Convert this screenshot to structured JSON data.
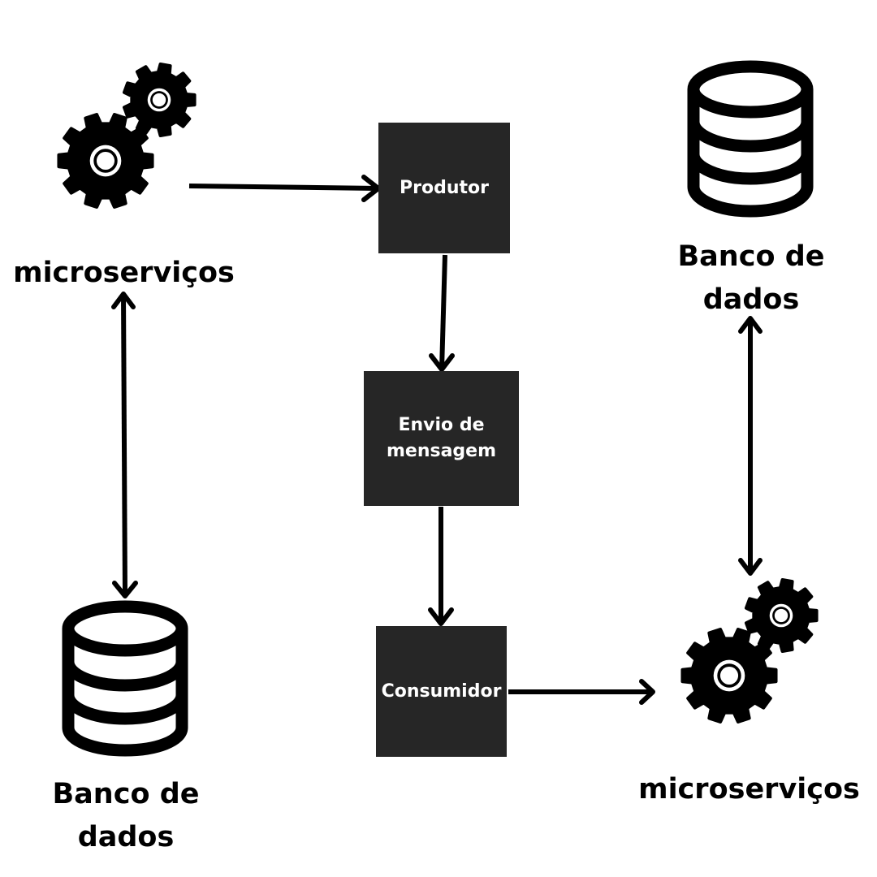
{
  "colors": {
    "box_fill": "#262626",
    "box_text": "#ffffff",
    "ink": "#000000",
    "background": "#ffffff"
  },
  "nodes": {
    "produtor": {
      "label": "Produtor"
    },
    "envio": {
      "label_line1": "Envio de",
      "label_line2": "mensagem"
    },
    "consumidor": {
      "label": "Consumidor"
    }
  },
  "left": {
    "microservicos_label": "microserviços",
    "database_label_line1": "Banco de",
    "database_label_line2": "dados",
    "microservicos_icon": "gears-icon",
    "database_icon": "database-icon"
  },
  "right": {
    "microservicos_label": "microserviços",
    "database_label_line1": "Banco de",
    "database_label_line2": "dados",
    "microservicos_icon": "gears-icon",
    "database_icon": "database-icon"
  }
}
